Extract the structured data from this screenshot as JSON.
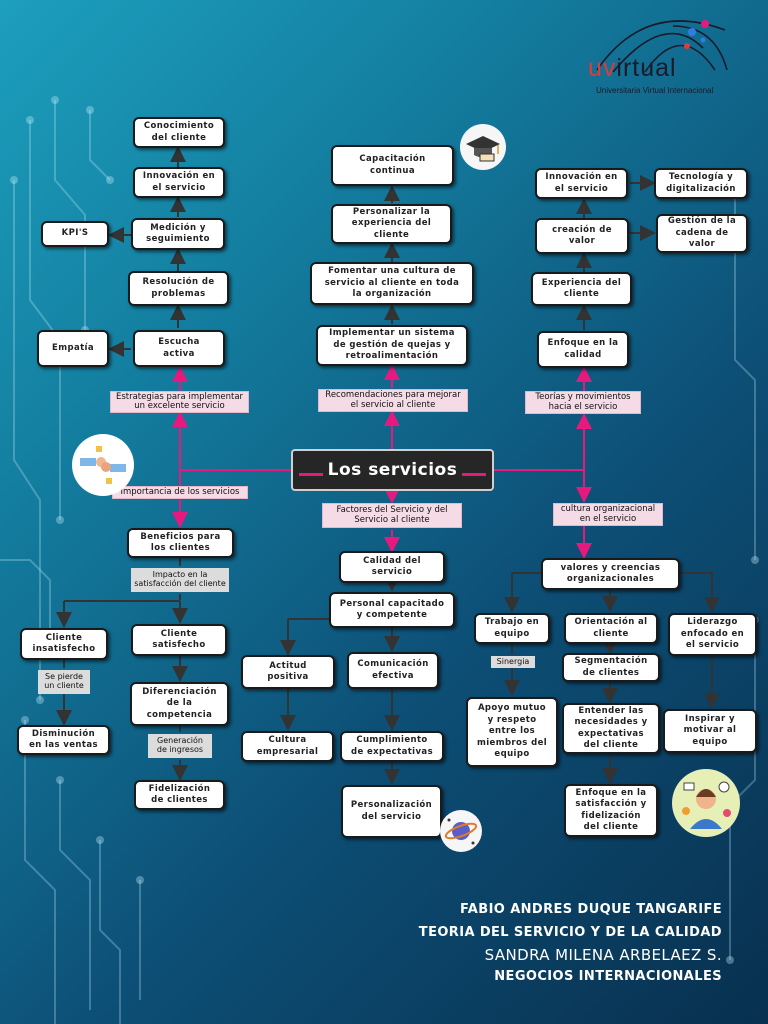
{
  "colors": {
    "accent": "#e5197e",
    "node_bg": "#ffffff",
    "label_bg": "#f4dbe6",
    "connector_dark": "#333333"
  },
  "logo": {
    "prefix": "uv",
    "name": "irtual",
    "subtitle": "Universitaria Virtual Internacional"
  },
  "central": {
    "title": "Los servicios"
  },
  "branches": {
    "strategies": "Estrategias para implementar\nun excelente servicio",
    "recommendations": "Recomendaciones para mejorar\nel servicio al cliente",
    "theories": "Teorías y movimientos\nhacia el servicio",
    "importance": "Importancia de los servicios",
    "factors": "Factores del Servicio y del\nServicio al cliente",
    "culture": "cultura organizacional\nen el servicio"
  },
  "gray_labels": {
    "impact": "Impacto en la\nsatisfacción del cliente",
    "lose": "Se pierde\nun cliente",
    "revenue": "Generación\nde ingresos",
    "synergy": "Sinergia"
  },
  "nodes": {
    "conocimiento": "Conocimiento\ndel cliente",
    "innovacion_l": "Innovación en\nel servicio",
    "medicion": "Medición y\nseguimiento",
    "kpis": "KPI'S",
    "resolucion": "Resolución de\nproblemas",
    "escucha": "Escucha\nactiva",
    "empatia": "Empatía",
    "capacitacion": "Capacitación\ncontinua",
    "personalizar": "Personalizar la\nexperiencia del\ncliente",
    "fomentar": "Fomentar una cultura de\nservicio al cliente en toda\nla organización",
    "implementar": "Implementar un sistema\nde gestión de quejas y\nretroalimentación",
    "innovacion_r": "Innovación en\nel servicio",
    "tecnologia": "Tecnología y\ndigitalización",
    "creacion": "creación de\nvalor",
    "gestion": "Gestión de la\ncadena de\nvalor",
    "experiencia": "Experiencia del\ncliente",
    "enfoque": "Enfoque en la\ncalidad",
    "beneficios": "Beneficios para\nlos clientes",
    "insatisfecho": "Cliente\ninsatisfecho",
    "satisfecho": "Cliente\nsatisfecho",
    "diferenciacion": "Diferenciación\nde la\ncompetencia",
    "disminucion": "Disminución\nen las ventas",
    "fidelizacion": "Fidelización\nde clientes",
    "calidad": "Calidad del\nservicio",
    "personal": "Personal capacitado\ny competente",
    "actitud": "Actitud\npositiva",
    "comunicacion": "Comunicación\nefectiva",
    "cultura_emp": "Cultura\nempresarial",
    "cumplimiento": "Cumplimiento\nde expectativas",
    "personalizacion": "Personalización\ndel servicio",
    "valores": "valores y creencias\norganizacionales",
    "trabajo": "Trabajo en\nequipo",
    "orientacion": "Orientación al\ncliente",
    "liderazgo": "Liderazgo\nenfocado en\nel servicio",
    "segmentacion": "Segmentación\nde clientes",
    "apoyo": "Apoyo mutuo\ny respeto\nentre los\nmiembros del\nequipo",
    "entender": "Entender las\nnecesidades y\nexpectativas\ndel cliente",
    "inspirar": "Inspirar y\nmotivar al\nequipo",
    "enfoque_sat": "Enfoque en la\nsatisfacción y\nfidelización\ndel cliente"
  },
  "icons": {
    "graduation": "graduation-cap-icon",
    "handshake": "handshake-icon",
    "planet": "planet-icon",
    "agent": "customer-agent-icon"
  },
  "footer": {
    "author": "FABIO ANDRES DUQUE TANGARIFE",
    "course": "TEORIA DEL SERVICIO Y DE LA CALIDAD",
    "teacher": "SANDRA MILENA ARBELAEZ S.",
    "program": "NEGOCIOS INTERNACIONALES"
  }
}
